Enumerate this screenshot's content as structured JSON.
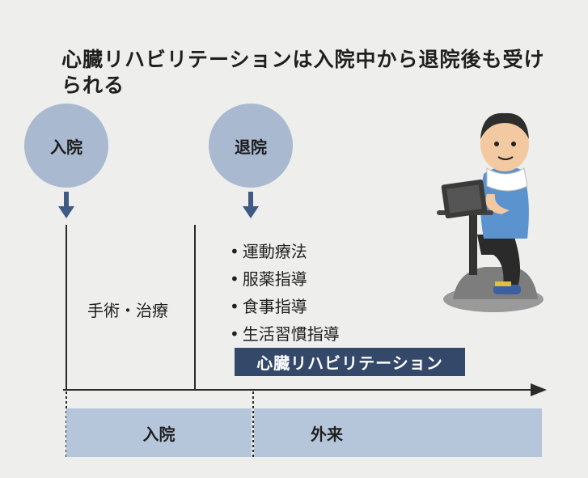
{
  "title": "心臓リハビリテーションは入院中から退院後も受けられる",
  "milestones": {
    "admission": "入院",
    "discharge": "退院"
  },
  "inpatient_treatment": "手術・治療",
  "post_discharge_items": [
    "運動療法",
    "服薬指導",
    "食事指導",
    "生活習慣指導"
  ],
  "rehab_label": "心臓リハビリテーション",
  "phases": {
    "inpatient": "入院",
    "outpatient": "外来"
  },
  "colors": {
    "circle": "#a8b9d0",
    "arrow": "#3f5a85",
    "rehab_box": "#34486a",
    "band": "#b6c6da"
  },
  "illustration": "elderly-man-on-exercise-bike"
}
